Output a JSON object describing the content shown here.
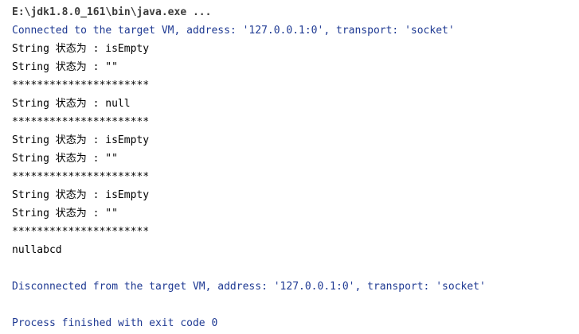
{
  "console": {
    "command_line": "E:\\jdk1.8.0_161\\bin\\java.exe ...",
    "connected_line": "Connected to the target VM, address: '127.0.0.1:0', transport: 'socket'",
    "output": [
      "String 状态为 : isEmpty",
      "String 状态为 : \"\"",
      "**********************",
      "String 状态为 : null",
      "**********************",
      "String 状态为 : isEmpty",
      "String 状态为 : \"\"",
      "**********************",
      "String 状态为 : isEmpty",
      "String 状态为 : \"\"",
      "**********************",
      "nullabcd"
    ],
    "disconnected_line": "Disconnected from the target VM, address: '127.0.0.1:0', transport: 'socket'",
    "exit_line": "Process finished with exit code 0"
  },
  "colors": {
    "system_message": "#1f3a93",
    "program_output": "#000000",
    "command": "#3c3c3c",
    "background": "#ffffff"
  }
}
